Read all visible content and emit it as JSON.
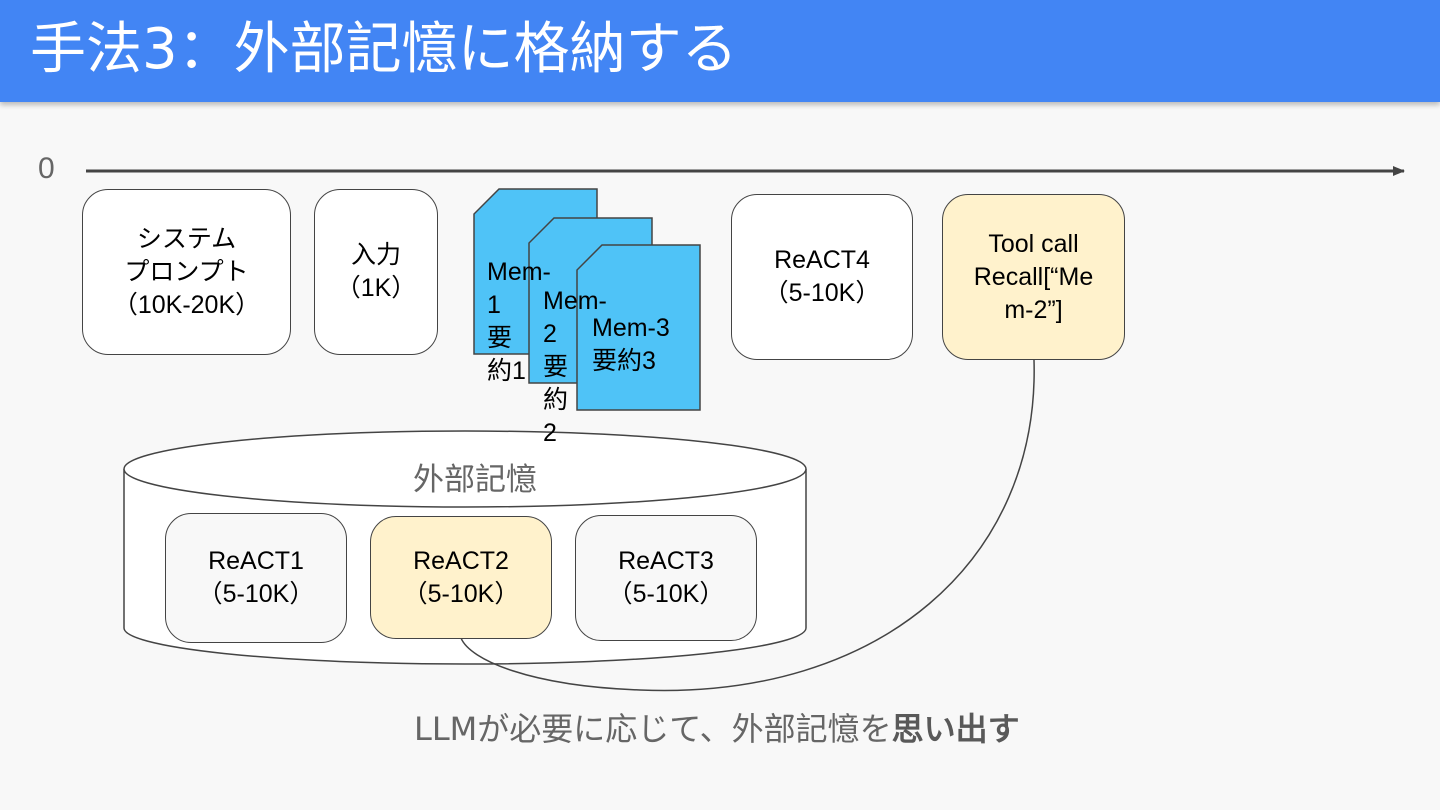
{
  "title": "手法3：外部記憶に格納する",
  "axis": {
    "origin_label": "0"
  },
  "context_blocks": [
    {
      "label": "システム\nプロンプト\n（10K-20K）"
    },
    {
      "label": "入力\n（1K）"
    },
    {
      "label": "ReACT4\n（5-10K）"
    },
    {
      "label": "Tool call\nRecall[“Me\nm-2”]"
    }
  ],
  "memory_docs": [
    {
      "label": "Mem-1\n要約1"
    },
    {
      "label": "Mem-2\n要約2"
    },
    {
      "label": "Mem-3\n要約3"
    }
  ],
  "external_storage": {
    "label": "外部記憶",
    "items": [
      {
        "label": "ReACT1\n（5-10K）"
      },
      {
        "label": "ReACT2\n（5-10K）"
      },
      {
        "label": "ReACT3\n（5-10K）"
      }
    ]
  },
  "caption": {
    "text": "LLMが必要に応じて、外部記憶を",
    "emphasis": "思い出す"
  },
  "colors": {
    "title_bar": "#4285f4",
    "memory_doc": "#4fc3f7",
    "highlight": "#fff2cc"
  }
}
